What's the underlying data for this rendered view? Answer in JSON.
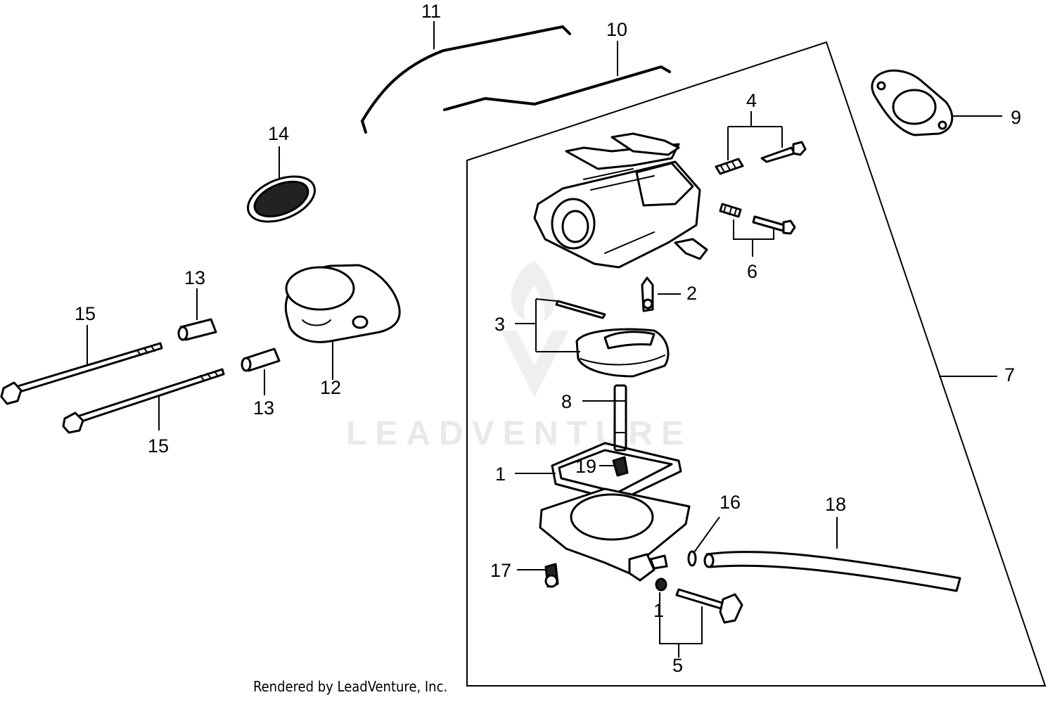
{
  "credit": "Rendered by LeadVenture, Inc.",
  "watermark": "LEADVENTURE",
  "callouts": {
    "c1": "1",
    "c1b": "1",
    "c2": "2",
    "c3": "3",
    "c4": "4",
    "c5": "5",
    "c6": "6",
    "c7": "7",
    "c8": "8",
    "c9": "9",
    "c10": "10",
    "c11": "11",
    "c12": "12",
    "c13a": "13",
    "c13b": "13",
    "c14": "14",
    "c15a": "15",
    "c15b": "15",
    "c16": "16",
    "c17": "17",
    "c18": "18",
    "c19": "19"
  }
}
